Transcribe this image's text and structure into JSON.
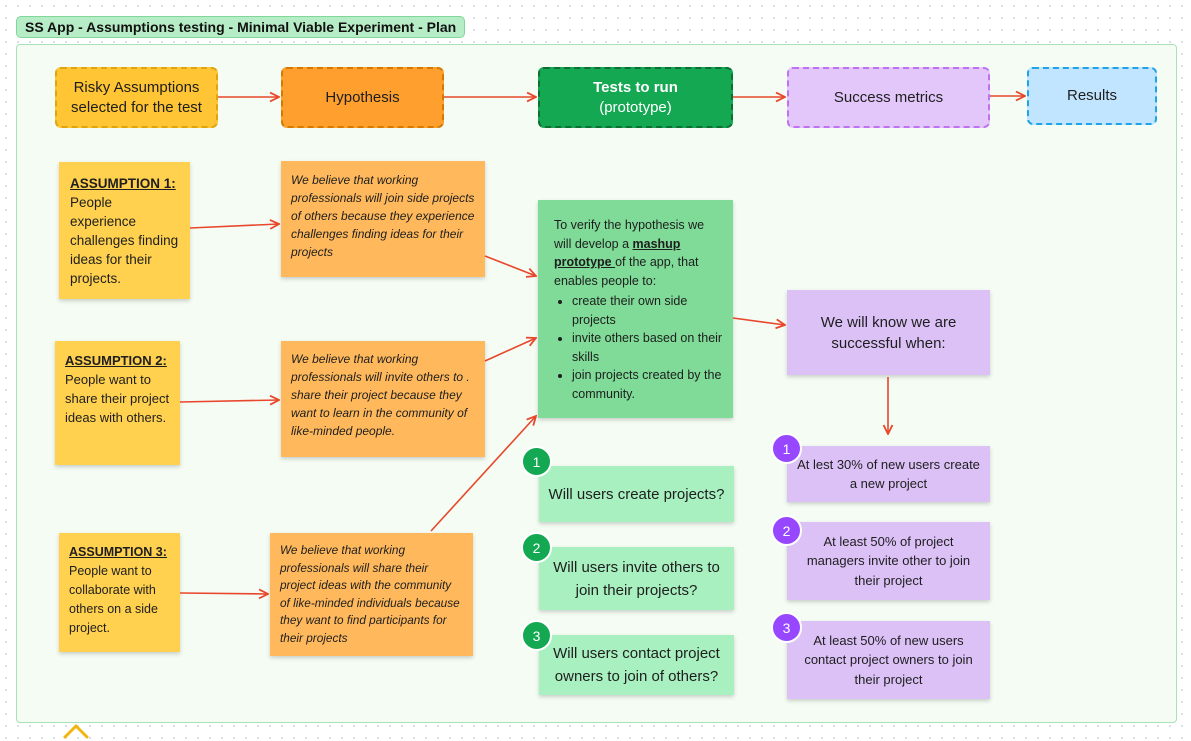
{
  "title": "SS App - Assumptions testing - Minimal Viable Experiment - Plan",
  "headers": {
    "risky": "Risky Assumptions selected for the test",
    "hypothesis": "Hypothesis",
    "tests_line1": "Tests to run",
    "tests_line2": "(prototype)",
    "success": "Success metrics",
    "results": "Results"
  },
  "assumptions": [
    {
      "head": "ASSUMPTION 1:",
      "text": "People experience challenges finding ideas for their projects."
    },
    {
      "head": "ASSUMPTION 2:",
      "text": "People want to share their project ideas with others."
    },
    {
      "head": "ASSUMPTION 3:",
      "text": "People want to collaborate with others on a side project."
    }
  ],
  "hypotheses": [
    "We believe that working professionals will join side projects of others  because they experience challenges finding ideas for their projects",
    "We believe that working professionals will invite others to  . share their project because they want to learn in the community of like-minded people.",
    "We believe that working professionals will share their project ideas with the community of like-minded individuals because they want to find participants for their projects"
  ],
  "prototype": {
    "intro": "To verify the hypothesis we will develop a ",
    "highlight": "mashup prototype ",
    "rest": "of the app, that enables people to:",
    "bullets": [
      "create their own side projects",
      "invite others based on their skills",
      "join projects created by the community."
    ]
  },
  "questions": [
    {
      "num": "1",
      "text": "Will users create projects?"
    },
    {
      "num": "2",
      "text": "Will users invite others to join their projects?"
    },
    {
      "num": "3",
      "text": "Will users contact project owners to join of others?"
    }
  ],
  "success_box": "We will know we are successful when:",
  "metrics": [
    {
      "num": "1",
      "text": "At lest 30% of new users create a new project"
    },
    {
      "num": "2",
      "text": "At least 50% of project managers invite other to join their project"
    },
    {
      "num": "3",
      "text": "At least 50% of new users contact project owners to join their project"
    }
  ],
  "colors": {
    "arrow": "#e8472b",
    "section_bg": "#f4fcf4",
    "title_bg": "#b7edc6",
    "badge_green": "#14a853",
    "badge_purple": "#9747ff"
  },
  "icons": {
    "cursor": "chevron-up-icon"
  }
}
